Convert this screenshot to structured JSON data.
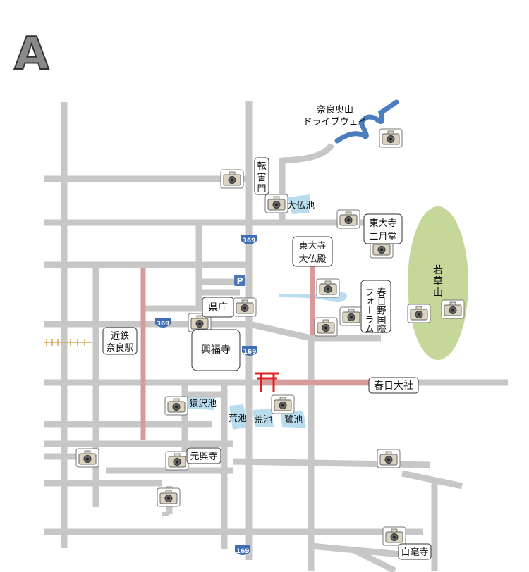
{
  "letter": "A",
  "labels": {
    "okuyama": "奈良奥山",
    "drive": "ドライブウェイ",
    "tengaimon_1": "転",
    "tengaimon_2": "害",
    "tengaimon_3": "門",
    "daibutsuike": "大仏池",
    "nigatsudo_1": "東大寺",
    "nigatsudo_2": "二月堂",
    "daibutsuden_1": "東大寺",
    "daibutsuden_2": "大仏殿",
    "wakakusa_1": "若",
    "wakakusa_2": "草",
    "wakakusa_3": "山",
    "kasugano_col1": "春日野国際",
    "kasugano_col2": "フォーラム",
    "kencho": "県庁",
    "kintetsu_1": "近鉄",
    "kintetsu_2": "奈良駅",
    "kofukuji": "興福寺",
    "kasugataisha": "春日大社",
    "sarusawaike": "猿沢池",
    "araike_1": "荒池",
    "araike_2": "荒池",
    "sagiike": "鷺池",
    "gangoji": "元興寺",
    "byakugoji": "白毫寺",
    "parking": "P"
  },
  "route_shields": {
    "r369_top": "369",
    "r369_left": "369",
    "r169_mid": "169",
    "r169_bottom": "169"
  },
  "colors": {
    "road": "#c7c7c7",
    "main_road": "#d99a9a",
    "pond": "#b9dcef",
    "mountain": "#c5d89a",
    "drive_road": "#4a7ebf",
    "torii": "#e02020",
    "shield": "#3e6eb5",
    "parking": "#4d78b8"
  }
}
